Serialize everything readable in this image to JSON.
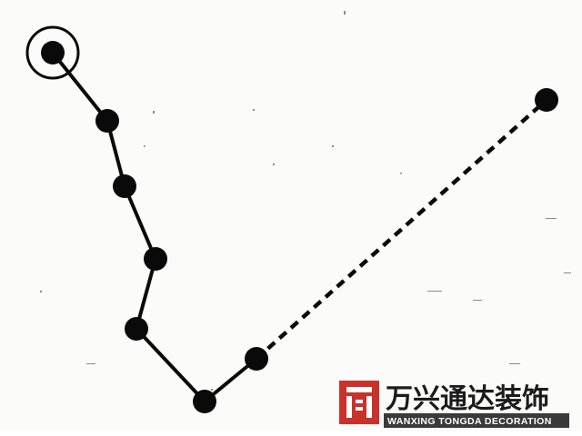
{
  "diagram": {
    "colors": {
      "background": "#fbfbfa",
      "ink": "#0a0a0a",
      "speckle": "#8a8a8a"
    },
    "nodes": [
      {
        "id": "n1",
        "ring": true
      },
      {
        "id": "n2"
      },
      {
        "id": "n3"
      },
      {
        "id": "n4"
      },
      {
        "id": "n5"
      },
      {
        "id": "n6"
      },
      {
        "id": "n7"
      },
      {
        "id": "n8"
      }
    ],
    "edges": [
      {
        "from": "n1",
        "to": "n2",
        "style": "solid"
      },
      {
        "from": "n2",
        "to": "n3",
        "style": "solid"
      },
      {
        "from": "n3",
        "to": "n4",
        "style": "solid"
      },
      {
        "from": "n4",
        "to": "n5",
        "style": "solid"
      },
      {
        "from": "n5",
        "to": "n6",
        "style": "solid"
      },
      {
        "from": "n6",
        "to": "n7",
        "style": "solid"
      },
      {
        "from": "n7",
        "to": "n8",
        "style": "dashed"
      }
    ]
  },
  "watermark": {
    "name": "万兴通达装饰",
    "subtitle": "WANXING TONGDA DECORATION",
    "colors": {
      "mark": "#c8322a",
      "text": "#1b1b1b",
      "band": "#3a3a3a"
    }
  }
}
